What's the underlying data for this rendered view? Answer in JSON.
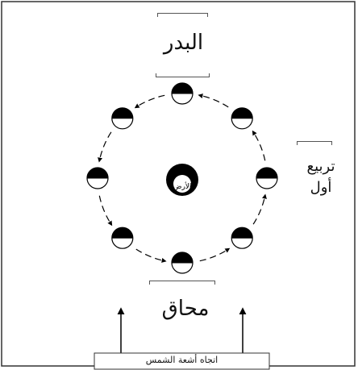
{
  "labels": {
    "full_moon": "البدر",
    "new_moon": "محاق",
    "first_quarter_line1": "تربيع",
    "first_quarter_line2": "أول",
    "earth": "الأرض",
    "sunlight_direction": "اتجاه أشعة الشمس"
  },
  "colors": {
    "ink": "#000000",
    "frame": "#333333",
    "background": "#ffffff"
  },
  "moon_positions": [
    {
      "id": "full",
      "angle": 90
    },
    {
      "id": "waning-gibbous",
      "angle": 135
    },
    {
      "id": "third-quarter",
      "angle": 180
    },
    {
      "id": "waning-crescent",
      "angle": 225
    },
    {
      "id": "new",
      "angle": 270
    },
    {
      "id": "waxing-crescent",
      "angle": 315
    },
    {
      "id": "first-quarter",
      "angle": 0
    },
    {
      "id": "waxing-gibbous",
      "angle": 45
    }
  ],
  "icons": {
    "earth": "earth-icon",
    "moon": "moon-phase-icon",
    "arrow": "arrow-up-icon"
  }
}
